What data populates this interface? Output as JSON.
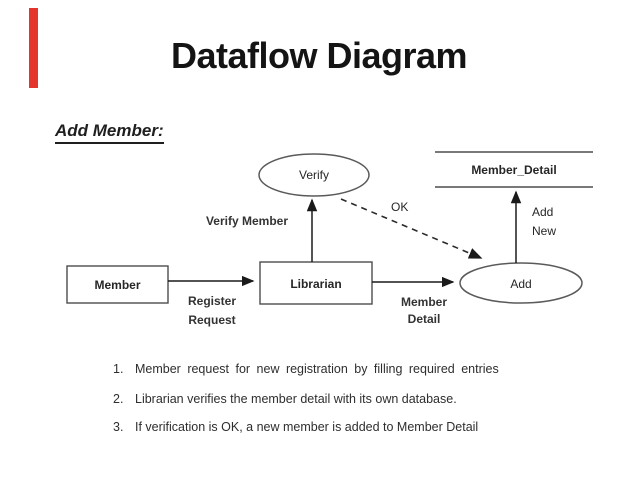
{
  "slide": {
    "title": "Dataflow Diagram",
    "section_heading": "Add Member:",
    "accent_color": "#e5342b"
  },
  "diagram": {
    "nodes": {
      "member": "Member",
      "librarian": "Librarian",
      "verify": "Verify",
      "add": "Add",
      "member_detail_store": "Member_Detail"
    },
    "flow_labels": {
      "register_request_line1": "Register",
      "register_request_line2": "Request",
      "verify_member": "Verify Member",
      "ok": "OK",
      "add_new_line1": "Add",
      "add_new_line2": "New",
      "member_detail_line1": "Member",
      "member_detail_line2": "Detail"
    }
  },
  "notes": {
    "items": [
      {
        "number": "1.",
        "text": "Member request for new registration by filling required entries"
      },
      {
        "number": "2.",
        "text": "Librarian verifies the member detail with its own database."
      },
      {
        "number": "3.",
        "text": "If verification is OK, a new member is added to Member Detail"
      }
    ]
  }
}
